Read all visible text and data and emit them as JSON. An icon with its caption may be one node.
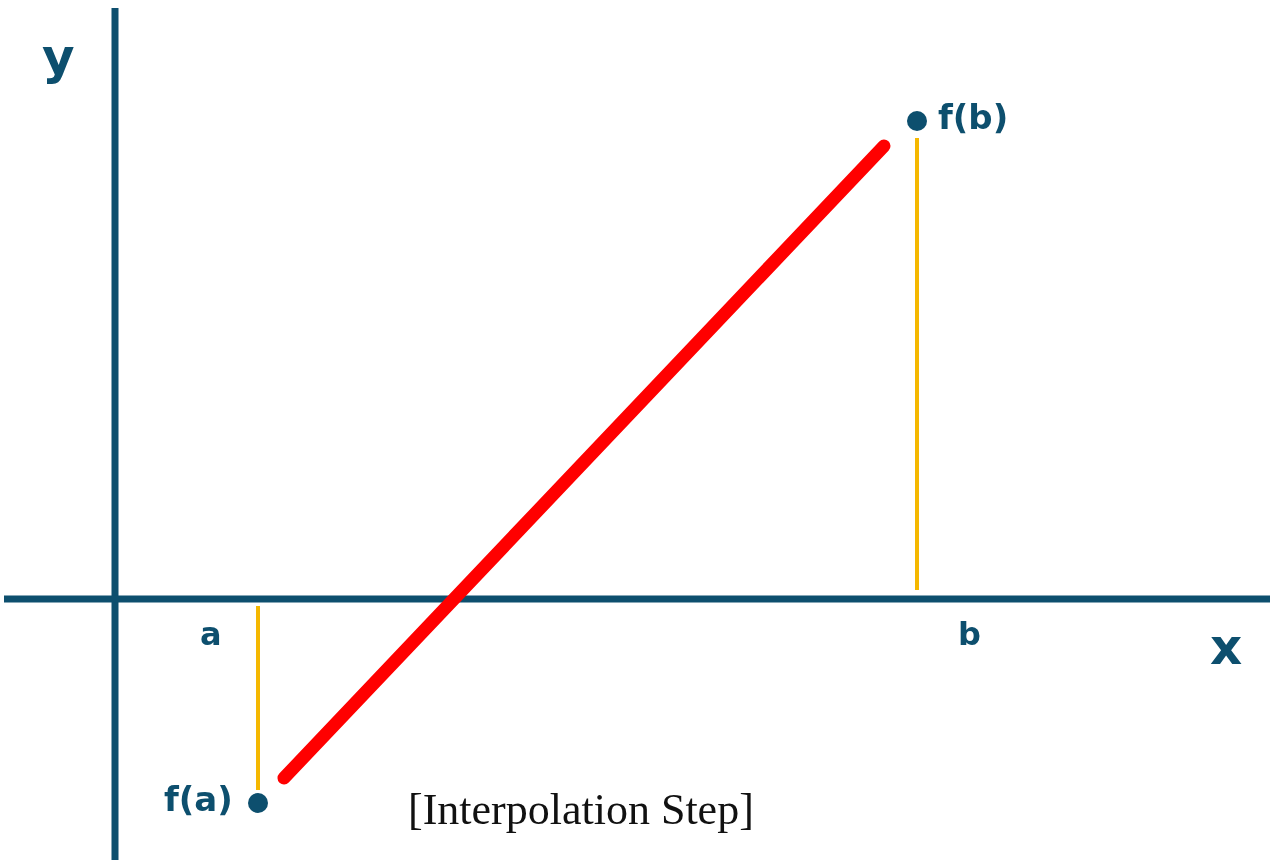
{
  "diagram": {
    "caption": "[Interpolation Step]",
    "nodes": [
      {
        "text": [
          "f(a)"
        ]
      },
      {
        "text": [
          "f(b)"
        ]
      }
    ],
    "edges": [
      {
        "from": 0,
        "to": 1,
        "arrow": "none",
        "color": "#ff0000"
      }
    ],
    "labels": [
      "y",
      "a",
      "b",
      "x"
    ]
  }
}
